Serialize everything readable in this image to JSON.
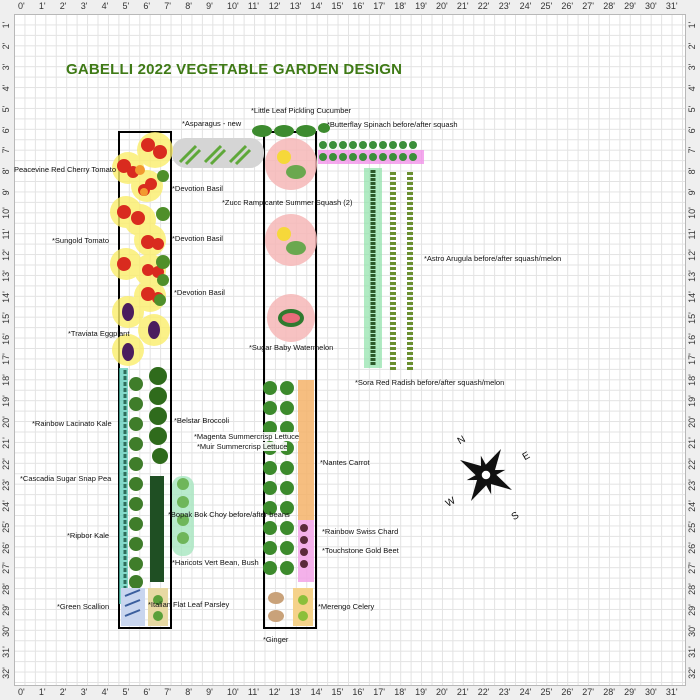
{
  "title": "GABELLI 2022 VEGETABLE GARDEN DESIGN",
  "ruler": {
    "h": [
      "0'",
      "1'",
      "2'",
      "3'",
      "4'",
      "5'",
      "6'",
      "7'",
      "8'",
      "9'",
      "10'",
      "11'",
      "12'",
      "13'",
      "14'",
      "15'",
      "16'",
      "17'",
      "18'",
      "19'",
      "20'",
      "21'",
      "22'",
      "23'",
      "24'",
      "25'",
      "26'",
      "27'",
      "28'",
      "29'",
      "30'",
      "31'",
      "32'"
    ],
    "v": [
      "1'",
      "2'",
      "3'",
      "4'",
      "5'",
      "6'",
      "7'",
      "8'",
      "9'",
      "10'",
      "11'",
      "12'",
      "13'",
      "14'",
      "15'",
      "16'",
      "17'",
      "18'",
      "19'",
      "20'",
      "21'",
      "22'",
      "23'",
      "24'",
      "25'",
      "26'",
      "27'",
      "28'",
      "29'",
      "30'",
      "31'",
      "32'"
    ]
  },
  "labels": {
    "asparagus": "*Asparagus - new",
    "cucumber": "*Little Leaf Pickling Cucumber",
    "spinach": "*Butterflay Spinach before/after squash",
    "cherry_tomato": "Peacevine Red Cherry Tomato",
    "basil1": "*Devotion Basil",
    "squash": "*Zucc Rampicante Summer Squash (2)",
    "sungold": "*Sungold Tomato",
    "basil2": "*Devotion Basil",
    "arugula": "*Astro Arugula before/after squash/melon",
    "basil3": "*Devotion Basil",
    "eggplant": "*Traviata Eggplant",
    "watermelon": "*Sugar Baby Watermelon",
    "radish": "*Sora Red Radish before/after squash/melon",
    "broccoli": "*Belstar Broccoli",
    "kale_lacinato": "*Rainbow Lacinato Kale",
    "lettuce_magenta": "*Magenta Summercrisp Lettuce",
    "lettuce_muir": "*Muir Summercrisp Lettuce",
    "carrot": "*Nantes Carrot",
    "snap_pea": "*Cascadia Sugar Snap Pea",
    "bok_choy": "*Bopak Bok Choy before/after beans",
    "chard": "*Rainbow Swiss Chard",
    "kale_ripbor": "*Ripbor Kale",
    "beet": "*Touchstone Gold Beet",
    "bean": "*Haricots Vert Bean, Bush",
    "scallion": "*Green Scallion",
    "parsley": "*Italian Flat Leaf Parsley",
    "celery": "*Merengo Celery",
    "ginger": "*Ginger"
  },
  "compass": {
    "n": "N",
    "e": "E",
    "s": "S",
    "w": "W"
  },
  "colors": {
    "title": "#3f7a16",
    "tomato": "#d92b1f",
    "tomato_glow": "#fbee6b",
    "squash_glow": "#f6b8b8",
    "spinach_band": "#f28ce8",
    "arugula_band": "#8ee3a9",
    "carrot_band": "#f5b36a",
    "beet_band": "#f2a3e6",
    "bok_choy_band": "#a6e6bf",
    "kale_band": "#4fc9b3",
    "leaf_dark": "#2f6b1c",
    "leaf_mid": "#4f8f2a",
    "eggplant": "#4b1d5e"
  }
}
